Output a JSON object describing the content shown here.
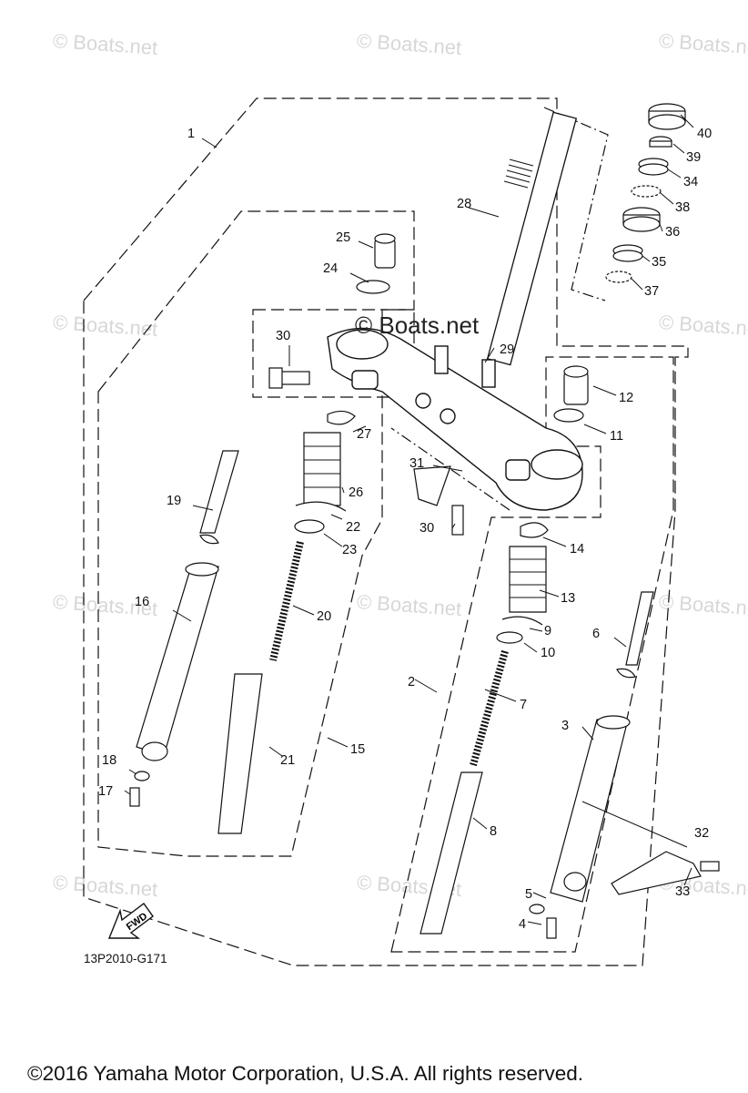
{
  "watermark": "© Boats.net",
  "overlay_watermark": "© Boats.net",
  "diagram_code": "13P2010-G171",
  "fwd_label": "FWD",
  "copyright": "©2016 Yamaha Motor Corporation, U.S.A. All rights reserved.",
  "callouts": [
    "1",
    "2",
    "3",
    "4",
    "5",
    "6",
    "7",
    "8",
    "9",
    "10",
    "11",
    "12",
    "13",
    "14",
    "15",
    "16",
    "17",
    "18",
    "19",
    "20",
    "21",
    "22",
    "23",
    "24",
    "25",
    "26",
    "27",
    "28",
    "29",
    "30",
    "30",
    "31",
    "32",
    "33",
    "34",
    "35",
    "36",
    "37",
    "38",
    "39",
    "40"
  ]
}
